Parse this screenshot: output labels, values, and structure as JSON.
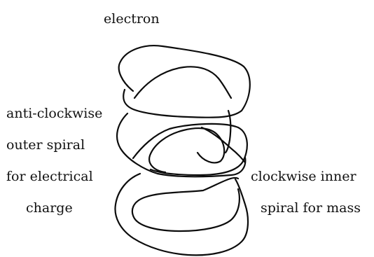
{
  "diagram": {
    "title": "electron",
    "left_label_lines": [
      "anti-clockwise",
      "outer spiral",
      "for electrical",
      "charge"
    ],
    "right_label_lines": [
      "clockwise inner",
      "spiral for mass"
    ],
    "stroke_color": "#0c0c0c",
    "background": "#ffffff"
  }
}
